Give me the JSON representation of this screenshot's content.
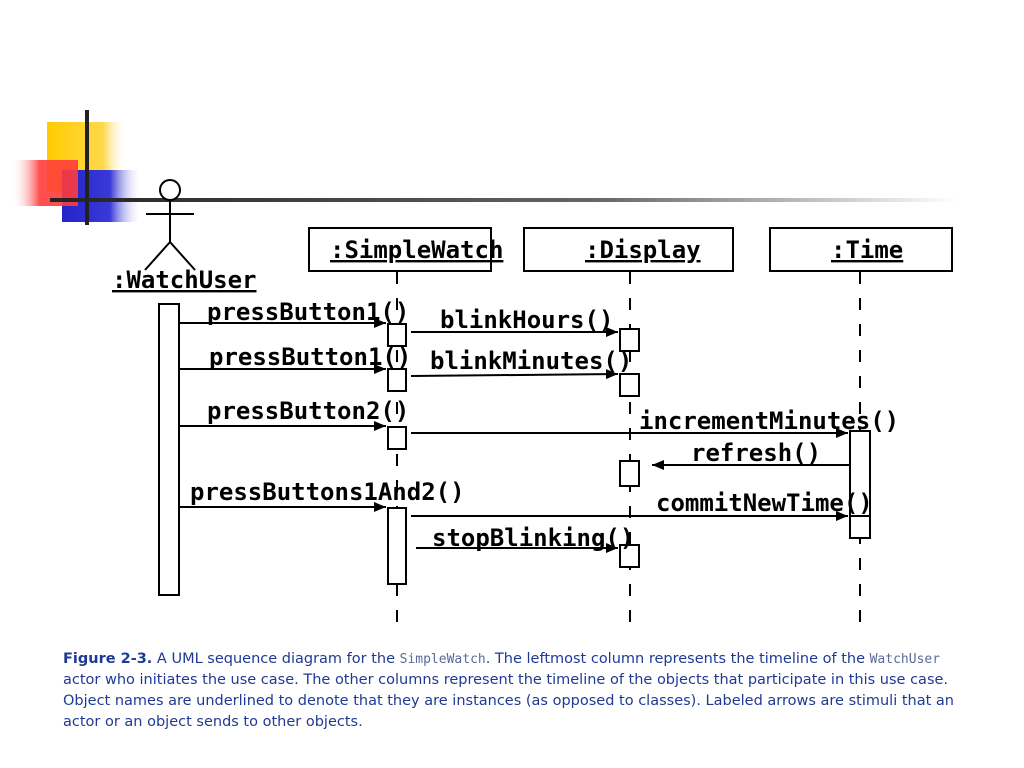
{
  "diagram": {
    "actor": ":WatchUser",
    "objects": [
      ":SimpleWatch",
      ":Display",
      ":Time"
    ],
    "messages": [
      "pressButton1()",
      "blinkHours()",
      "pressButton1()",
      "blinkMinutes()",
      "pressButton2()",
      "incrementMinutes()",
      "refresh()",
      "pressButtons1And2()",
      "commitNewTime()",
      "stopBlinking()"
    ]
  },
  "caption": {
    "label": "Figure 2-3.",
    "t1": " A UML sequence diagram for the ",
    "c1": "SimpleWatch",
    "t2": ". The leftmost column represents the timeline of the ",
    "c2": "WatchUser",
    "t3": " actor who initiates the use case. The other columns represent the timeline of the objects that participate in this use case. Object names are underlined to denote that they are instances (as opposed to classes). Labeled arrows are stimuli that an actor or an object sends to other objects."
  },
  "colors": {
    "yellow": "#ffcc00",
    "red": "#ff3333",
    "blue": "#2b2bcc",
    "caption": "#1f3a93"
  }
}
